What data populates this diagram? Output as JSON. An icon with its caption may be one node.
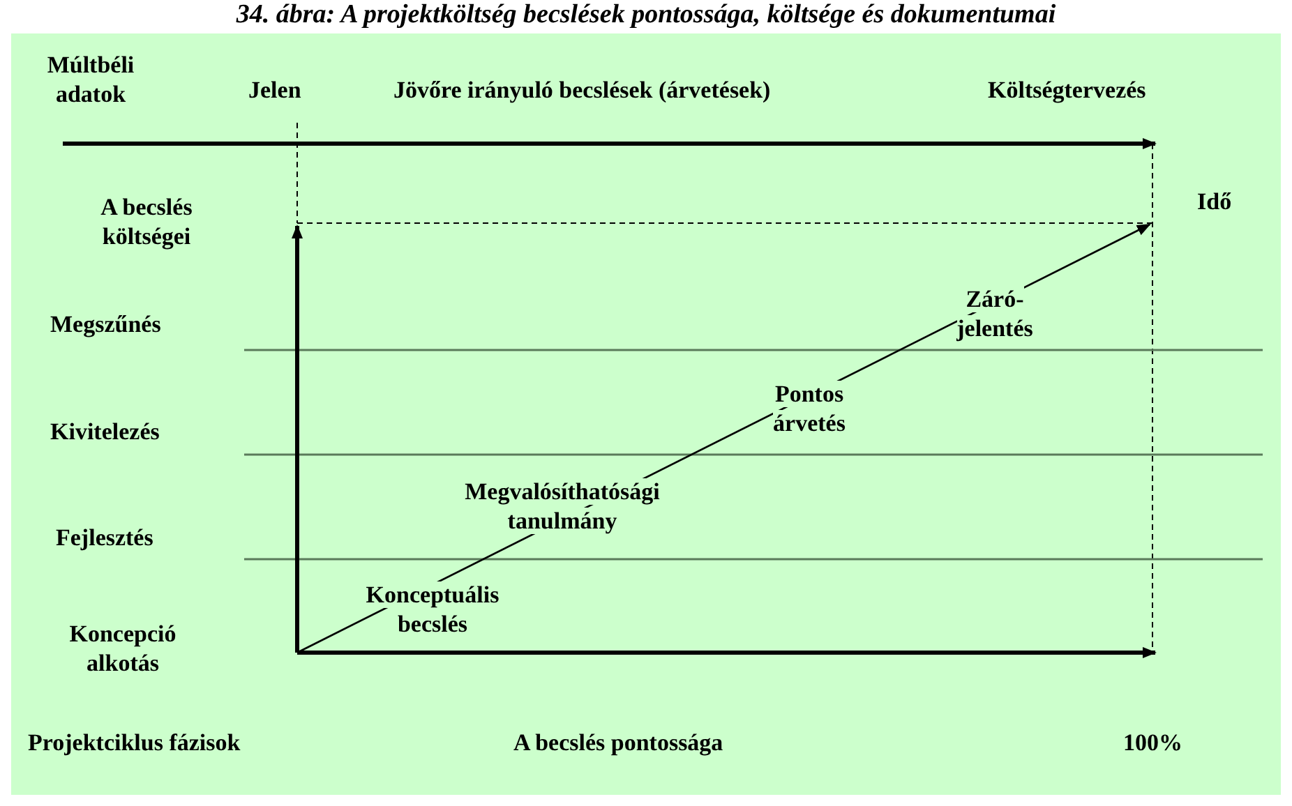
{
  "diagram": {
    "title": "34. ábra: A projektköltség becslések pontossága, költsége és dokumentumai",
    "labels": [
      "Múltbéli adatok",
      "Jelen",
      "Jövőre irányuló becslések (árvetések)",
      "Költségtervezés",
      "Idő",
      "A becslés költségei",
      "Záró-jelentés",
      "Megszűnés",
      "Pontos árvetés",
      "Kivitelezés",
      "Megvalósíthatósági tanulmány",
      "Fejlesztés",
      "Konceptuális becslés",
      "Koncepció alkotás",
      "Projektciklus fázisok",
      "A becslés pontossága",
      "100%"
    ]
  }
}
